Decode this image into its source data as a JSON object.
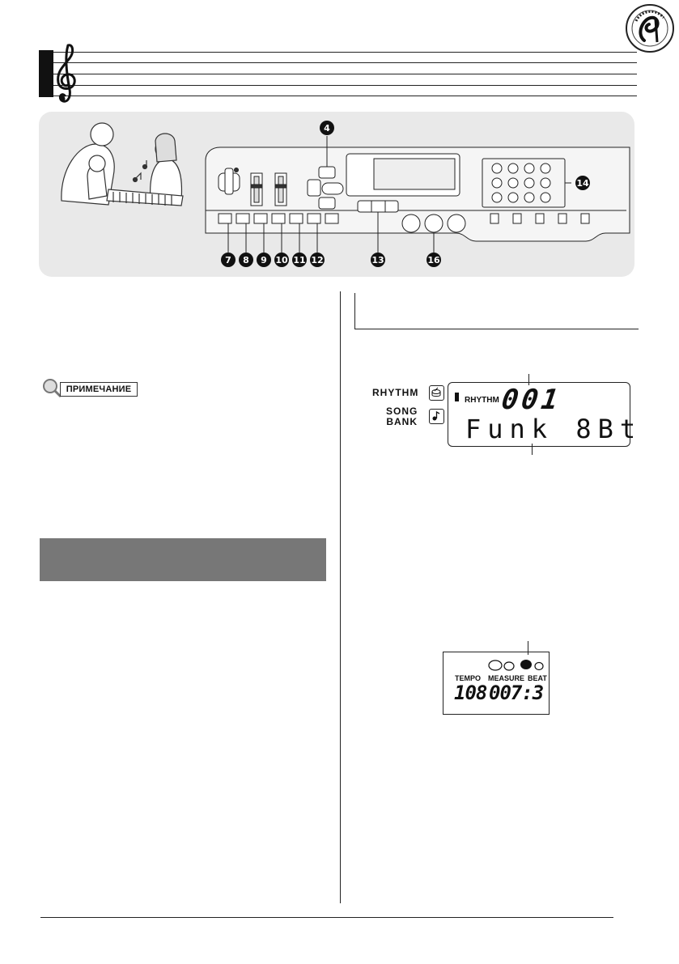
{
  "note": {
    "label": "ПРИМЕЧАНИЕ"
  },
  "callouts": {
    "panel_numbers": [
      "4",
      "7",
      "8",
      "9",
      "10",
      "11",
      "12",
      "13",
      "16",
      "14"
    ]
  },
  "display1": {
    "side_labels": {
      "rhythm": "RHYTHM",
      "song_bank": "SONG\nBANK"
    },
    "mode_label": "RHYTHM",
    "number": "001",
    "name": "Funk 8Bt"
  },
  "display2": {
    "tempo_label": "TEMPO",
    "measure_label": "MEASURE",
    "beat_label": "BEAT",
    "tempo_value": "108",
    "measure_value": "007:3"
  },
  "colors": {
    "panel_bg": "#e9e9e9",
    "bar_grey": "#777777",
    "ink": "#111111"
  }
}
